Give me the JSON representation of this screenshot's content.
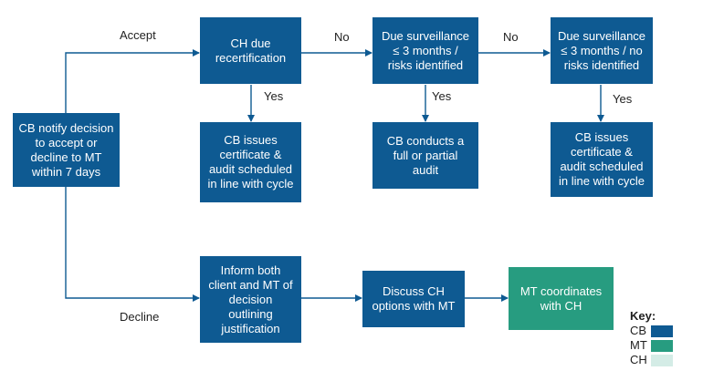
{
  "colors": {
    "cb": "#0e5a92",
    "mt": "#279c80",
    "ch": "#d4ece6",
    "line": "#0e5a92"
  },
  "nodes": {
    "notify": "CB notify decision\nto accept or\ndecline to MT\nwithin 7 days",
    "recert": "CH due\nrecertification",
    "surv_risk": "Due surveillance\n≤ 3 months /\nrisks identified",
    "surv_norisk": "Due surveillance\n≤ 3 months / no\nrisks identified",
    "issue1": "CB issues\ncertificate &\naudit scheduled\nin line with cycle",
    "conducts": "CB conducts a\nfull or partial\naudit",
    "issue2": "CB issues\ncertificate &\naudit scheduled\nin line with cycle",
    "inform": "Inform both\nclient and MT of\ndecision\noutlining\njustification",
    "discuss": "Discuss CH\noptions with MT",
    "mt_coord": "MT coordinates\nwith CH"
  },
  "edge_labels": {
    "accept": "Accept",
    "decline": "Decline",
    "no1": "No",
    "no2": "No",
    "yes1": "Yes",
    "yes2": "Yes",
    "yes3": "Yes"
  },
  "key": {
    "title": "Key:",
    "items": [
      {
        "label": "CB",
        "color": "#0e5a92"
      },
      {
        "label": "MT",
        "color": "#279c80"
      },
      {
        "label": "CH",
        "color": "#d4ece6"
      }
    ]
  }
}
